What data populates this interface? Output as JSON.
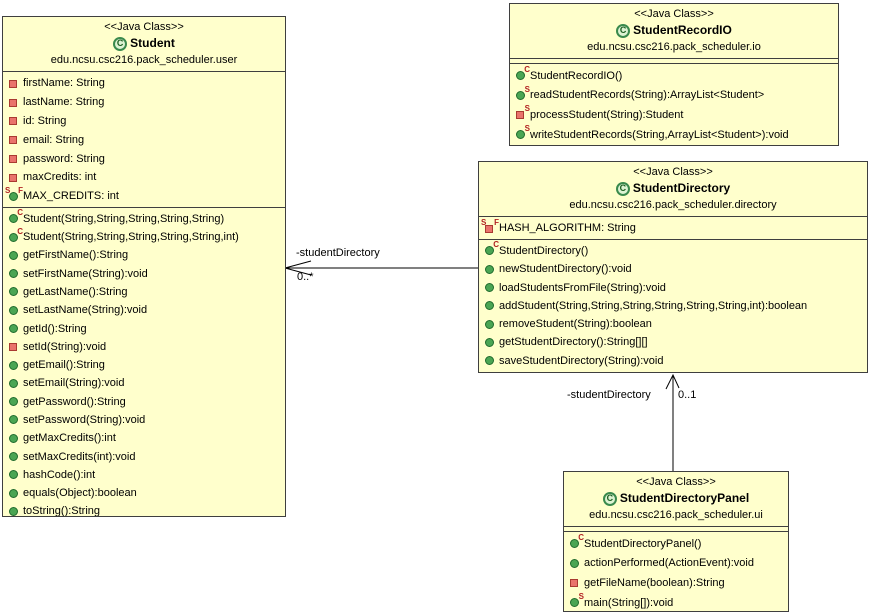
{
  "diagram": {
    "box_fill": "#ffffcc",
    "box_border": "#3f3f3f",
    "line_color": "#000000",
    "public_icon_color": "#4aa553",
    "private_icon_color": "#e9736b",
    "modifier_letter_color": "#b22222"
  },
  "icons": {
    "class_letter": "C"
  },
  "classes": [
    {
      "stereotype": "<<Java Class>>",
      "name": "Student",
      "package": "edu.ncsu.csc216.pack_scheduler.user",
      "attributes": [
        {
          "icon": "square",
          "text": "firstName: String"
        },
        {
          "icon": "square",
          "text": "lastName: String"
        },
        {
          "icon": "square",
          "text": "id: String"
        },
        {
          "icon": "square",
          "text": "email: String"
        },
        {
          "icon": "square",
          "text": "password: String"
        },
        {
          "icon": "square",
          "text": "maxCredits: int"
        },
        {
          "icon": "circle",
          "supL": "S",
          "supR": "F",
          "text": "MAX_CREDITS: int"
        }
      ],
      "methods": [
        {
          "icon": "circle",
          "supR": "C",
          "text": "Student(String,String,String,String,String)"
        },
        {
          "icon": "circle",
          "supR": "C",
          "text": "Student(String,String,String,String,String,int)"
        },
        {
          "icon": "circle",
          "text": "getFirstName():String"
        },
        {
          "icon": "circle",
          "text": "setFirstName(String):void"
        },
        {
          "icon": "circle",
          "text": "getLastName():String"
        },
        {
          "icon": "circle",
          "text": "setLastName(String):void"
        },
        {
          "icon": "circle",
          "text": "getId():String"
        },
        {
          "icon": "square",
          "text": "setId(String):void"
        },
        {
          "icon": "circle",
          "text": "getEmail():String"
        },
        {
          "icon": "circle",
          "text": "setEmail(String):void"
        },
        {
          "icon": "circle",
          "text": "getPassword():String"
        },
        {
          "icon": "circle",
          "text": "setPassword(String):void"
        },
        {
          "icon": "circle",
          "text": "getMaxCredits():int"
        },
        {
          "icon": "circle",
          "text": "setMaxCredits(int):void"
        },
        {
          "icon": "circle",
          "text": "hashCode():int"
        },
        {
          "icon": "circle",
          "text": "equals(Object):boolean"
        },
        {
          "icon": "circle",
          "text": "toString():String"
        }
      ]
    },
    {
      "stereotype": "<<Java Class>>",
      "name": "StudentRecordIO",
      "package": "edu.ncsu.csc216.pack_scheduler.io",
      "attributes": [],
      "methods": [
        {
          "icon": "circle",
          "supR": "C",
          "text": "StudentRecordIO()"
        },
        {
          "icon": "circle",
          "supR": "S",
          "text": "readStudentRecords(String):ArrayList<Student>"
        },
        {
          "icon": "square",
          "supR": "S",
          "text": "processStudent(String):Student"
        },
        {
          "icon": "circle",
          "supR": "S",
          "text": "writeStudentRecords(String,ArrayList<Student>):void"
        }
      ]
    },
    {
      "stereotype": "<<Java Class>>",
      "name": "StudentDirectory",
      "package": "edu.ncsu.csc216.pack_scheduler.directory",
      "attributes": [
        {
          "icon": "square",
          "supL": "S",
          "supR": "F",
          "text": "HASH_ALGORITHM: String"
        }
      ],
      "methods": [
        {
          "icon": "circle",
          "supR": "C",
          "text": "StudentDirectory()"
        },
        {
          "icon": "circle",
          "text": "newStudentDirectory():void"
        },
        {
          "icon": "circle",
          "text": "loadStudentsFromFile(String):void"
        },
        {
          "icon": "circle",
          "text": "addStudent(String,String,String,String,String,String,int):boolean"
        },
        {
          "icon": "circle",
          "text": "removeStudent(String):boolean"
        },
        {
          "icon": "circle",
          "text": "getStudentDirectory():String[][]"
        },
        {
          "icon": "circle",
          "text": "saveStudentDirectory(String):void"
        }
      ]
    },
    {
      "stereotype": "<<Java Class>>",
      "name": "StudentDirectoryPanel",
      "package": "edu.ncsu.csc216.pack_scheduler.ui",
      "attributes": [],
      "methods": [
        {
          "icon": "circle",
          "supR": "C",
          "text": "StudentDirectoryPanel()"
        },
        {
          "icon": "circle",
          "text": "actionPerformed(ActionEvent):void"
        },
        {
          "icon": "square",
          "text": "getFileName(boolean):String"
        },
        {
          "icon": "circle",
          "supR": "S",
          "text": "main(String[]):void"
        }
      ]
    }
  ],
  "associations": [
    {
      "label": "-studentDirectory",
      "multiplicity": "0..*"
    },
    {
      "label": "-studentDirectory",
      "multiplicity": "0..1"
    }
  ]
}
